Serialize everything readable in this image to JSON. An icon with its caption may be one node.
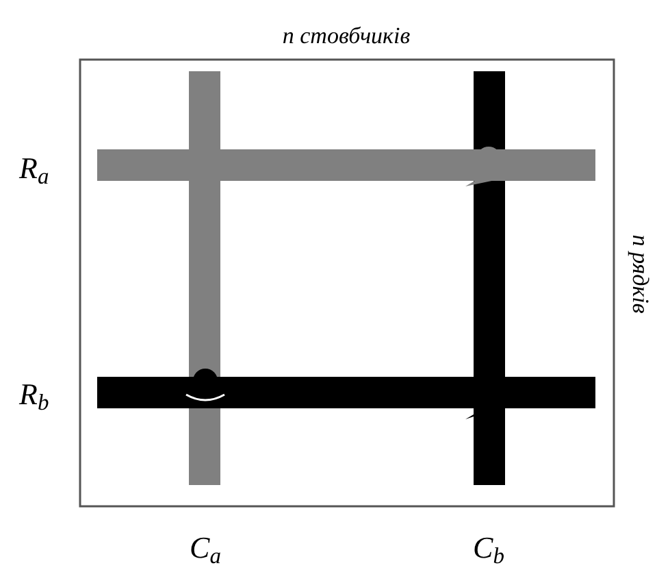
{
  "diagram": {
    "labels": [
      "n стовбчиків",
      "R$_{a}$",
      "n рядків",
      "R$_{b}$",
      "C$_{a}$",
      "C$_{b}$"
    ]
  }
}
